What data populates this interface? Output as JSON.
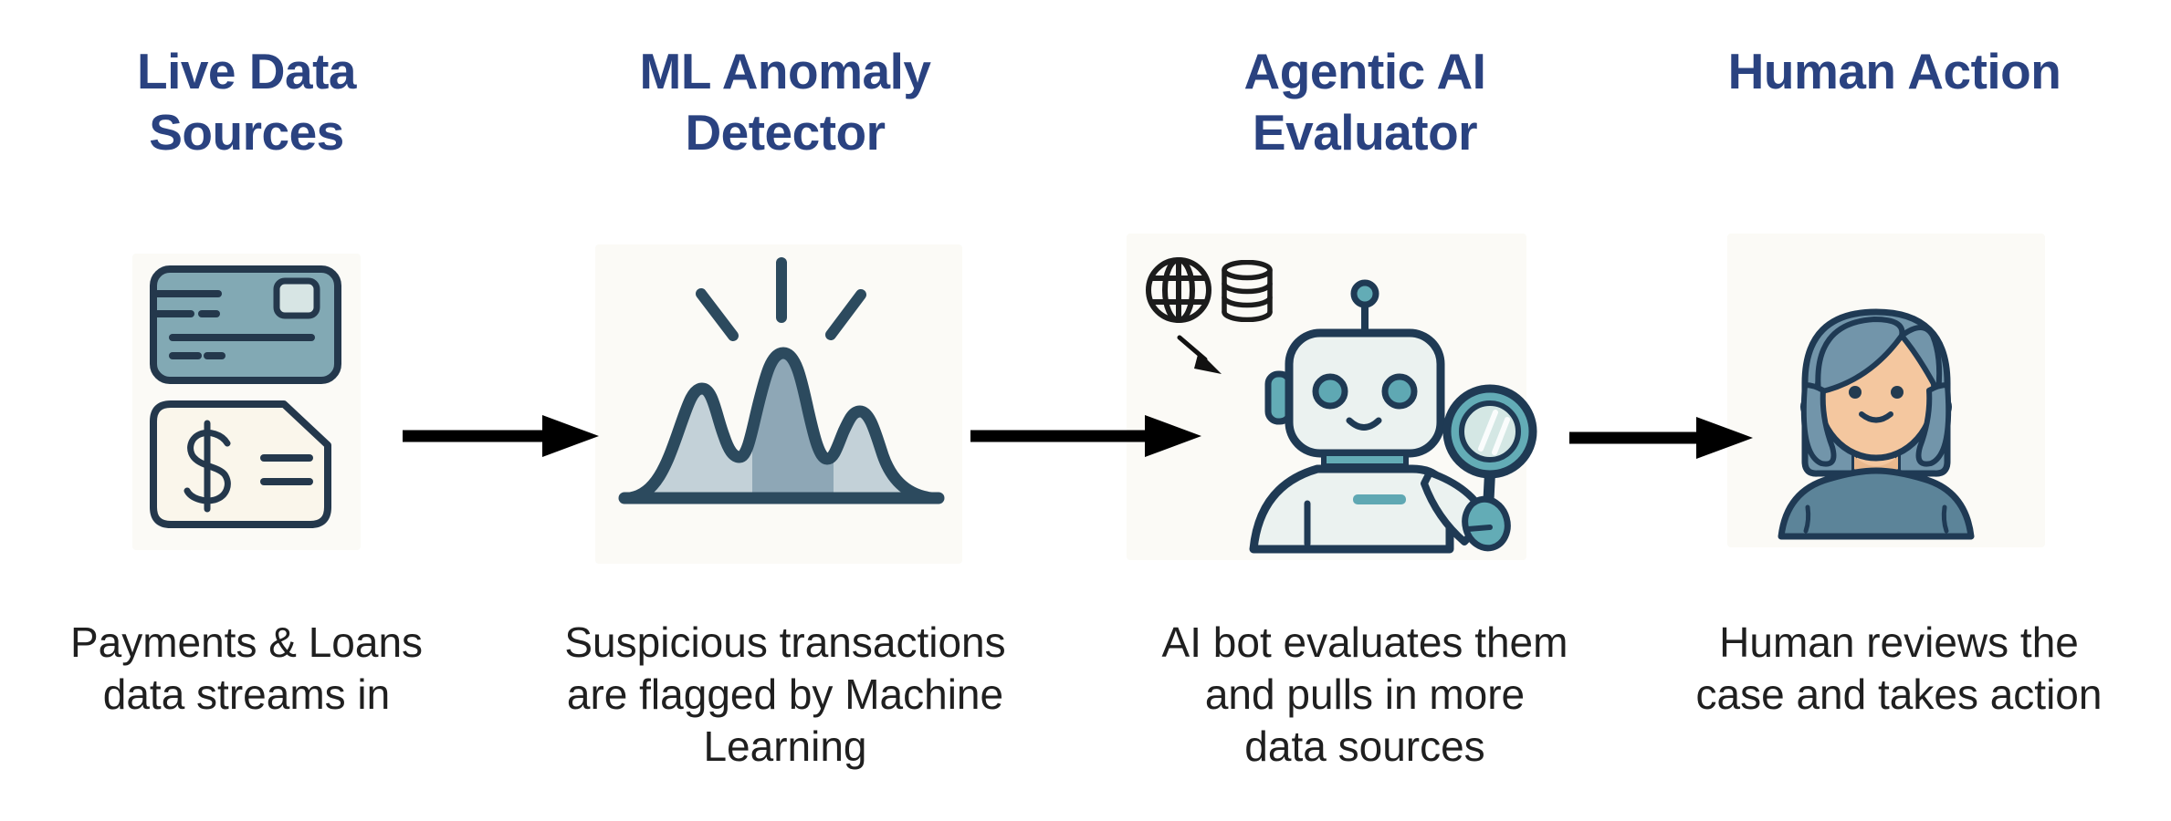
{
  "diagram": {
    "kind": "process-flow",
    "background": "#ffffff",
    "title_color": "#2A4280",
    "description_color": "#1f1f1f",
    "arrow_color": "#000000",
    "steps": [
      {
        "title": "Live Data\nSources",
        "description": "Payments & Loans\ndata streams in",
        "icon": "credit-card-and-dollar-invoice-icon"
      },
      {
        "title": "ML Anomaly\nDetector",
        "description": "Suspicious transactions\nare flagged by Machine\nLearning",
        "icon": "anomaly-wave-chart-icon"
      },
      {
        "title": "Agentic AI\nEvaluator",
        "description": "AI bot evaluates them\nand pulls in more\ndata sources",
        "icon": "robot-with-magnifier-globe-database-icon"
      },
      {
        "title": "Human Action",
        "description": "Human reviews the\ncase and takes action",
        "icon": "woman-avatar-icon"
      }
    ],
    "arrow_count": 3,
    "icon_colors": {
      "outline_dark_navy": "#24384C",
      "card_fill": "#82A9B4",
      "card_chip": "#D7E5E4",
      "invoice_fill": "#FAF6EB",
      "wave_stroke": "#2C4A5E",
      "wave_fill_light": "#C3D1D8",
      "wave_fill_dark": "#8EA7B6",
      "robot_body": "#EBF2F0",
      "robot_teal": "#63ACB6",
      "lens_fill": "#D4E7E4",
      "hair": "#7295AA",
      "skin": "#F4C79F",
      "shirt": "#5C8499",
      "mono_icon_black": "#1c1c1c"
    }
  }
}
